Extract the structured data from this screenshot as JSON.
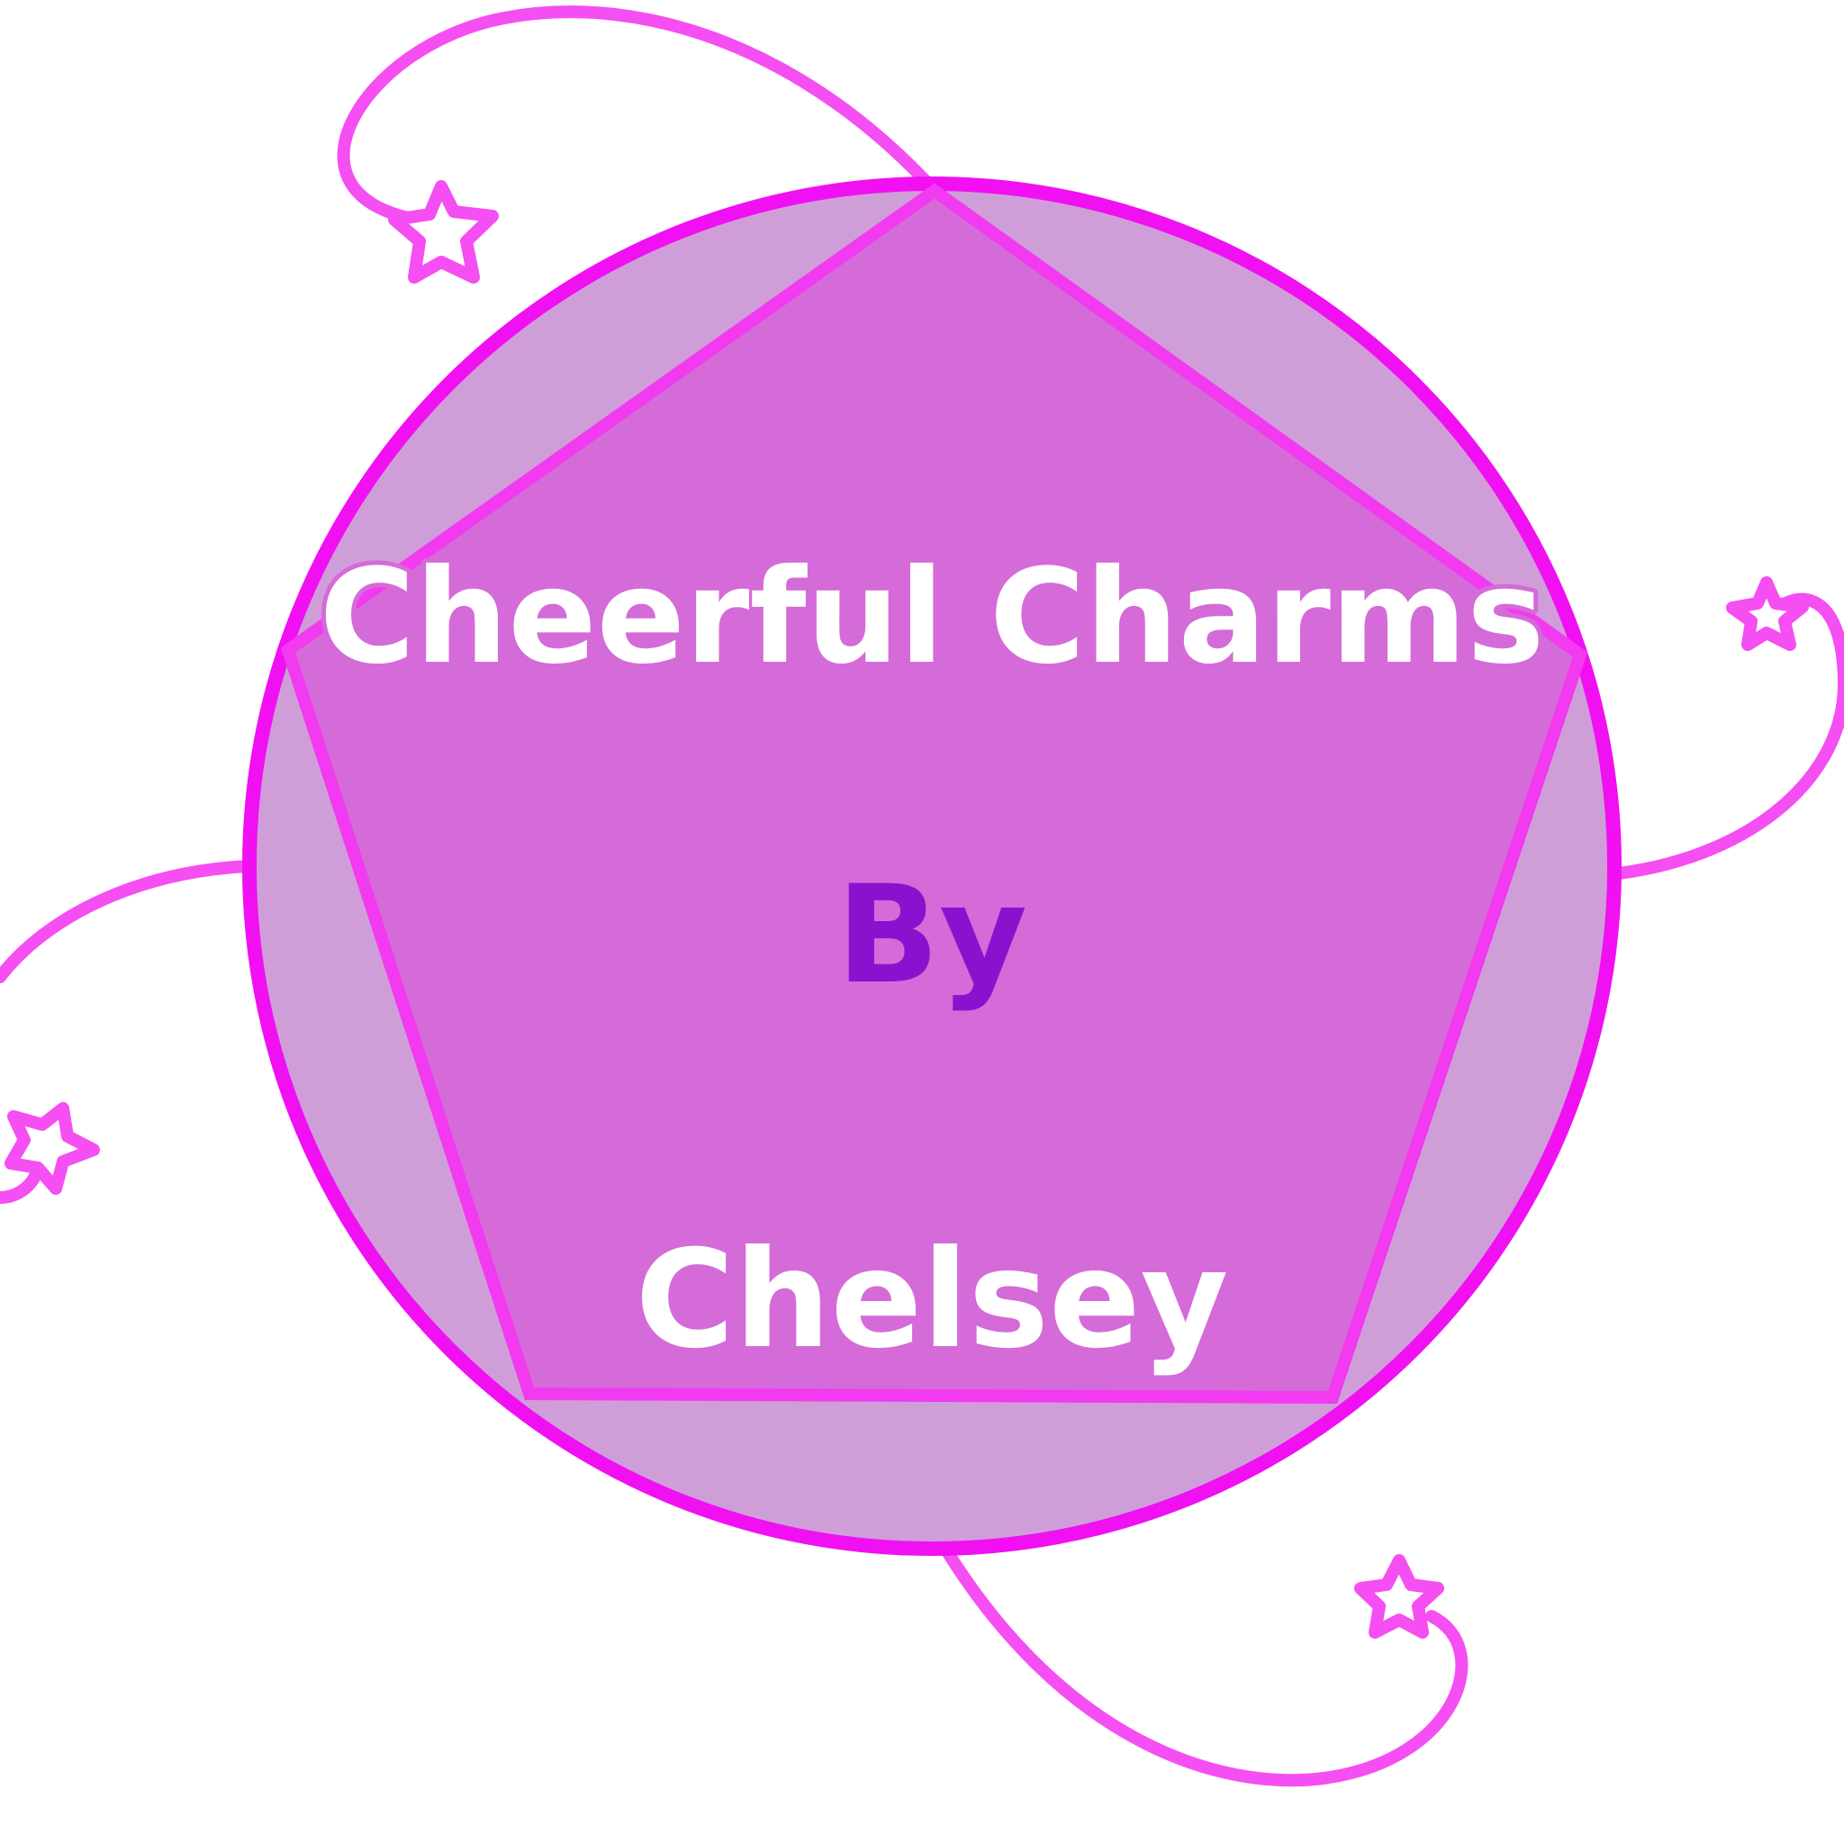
{
  "logo": {
    "title": "Cheerful Charms",
    "by": "By",
    "name": "Chelsey"
  },
  "colors": {
    "background": "#ffffff",
    "circle_fill": "#cf9ed8",
    "circle_stroke": "#f010f2",
    "pentagon_fill": "#d46bd8",
    "pentagon_stroke": "#f23af0",
    "swirl_stroke": "#f54ef2",
    "title_text": "#ffffff",
    "by_text": "#8a12cf"
  },
  "icons": [
    "star-outline-icon",
    "swirl-line"
  ]
}
